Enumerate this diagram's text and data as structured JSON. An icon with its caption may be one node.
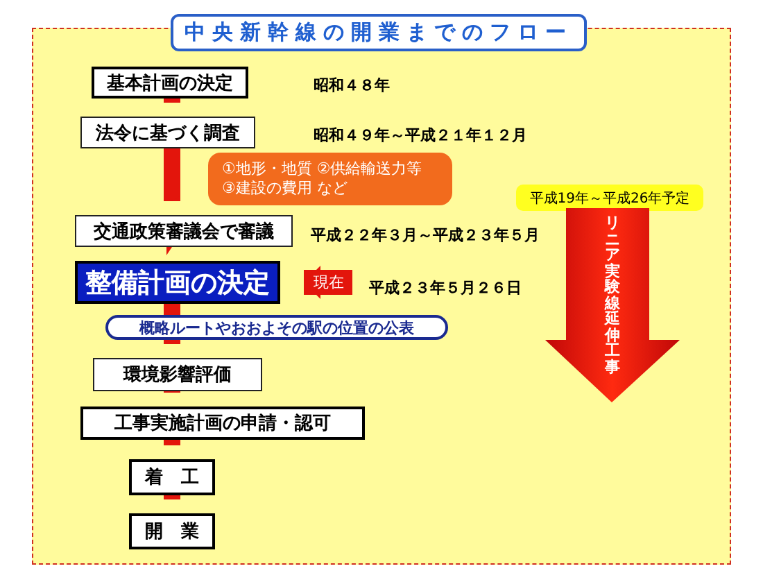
{
  "diagram": {
    "nodes": [
      {
        "text": [
          "中央新幹線の開業までのフロー"
        ]
      },
      {
        "text": [
          "基本計画の決定"
        ]
      },
      {
        "text": [
          "法令に基づく調査"
        ]
      },
      {
        "text": [
          "①地形・地質 ②供給輸送力等 ③建設の費用 など"
        ]
      },
      {
        "text": [
          "交通政策審議会で審議"
        ]
      },
      {
        "text": [
          "整備計画の決定"
        ]
      },
      {
        "text": [
          "概略ルートやおおよその駅の位置の公表"
        ]
      },
      {
        "text": [
          "環境影響評価"
        ]
      },
      {
        "text": [
          "工事実施計画の申請・認可"
        ]
      },
      {
        "text": [
          "着　工"
        ]
      },
      {
        "text": [
          "開　業"
        ]
      },
      {
        "text": [
          "平成19年～平成26年予定"
        ]
      },
      {
        "text": [
          "リニア実験線延伸工事"
        ]
      }
    ],
    "edges": [
      {
        "from": 1,
        "to": 2,
        "arrow": "to"
      },
      {
        "from": 2,
        "to": 4,
        "arrow": "to"
      },
      {
        "from": 4,
        "to": 5,
        "arrow": "to"
      },
      {
        "from": 5,
        "to": 6,
        "arrow": "none"
      },
      {
        "from": 6,
        "to": 7,
        "arrow": "to"
      },
      {
        "from": 7,
        "to": 8,
        "arrow": "to"
      },
      {
        "from": 8,
        "to": 9,
        "arrow": "to"
      },
      {
        "from": 9,
        "to": 10,
        "arrow": "to"
      },
      {
        "from": null,
        "to": 5,
        "arrow": "to",
        "label": "現在"
      }
    ],
    "labels": [
      "昭和４８年",
      "昭和４９年～平成２１年１２月",
      "平成２２年３月～平成２３年５月",
      "平成２３年５月２６日"
    ]
  }
}
